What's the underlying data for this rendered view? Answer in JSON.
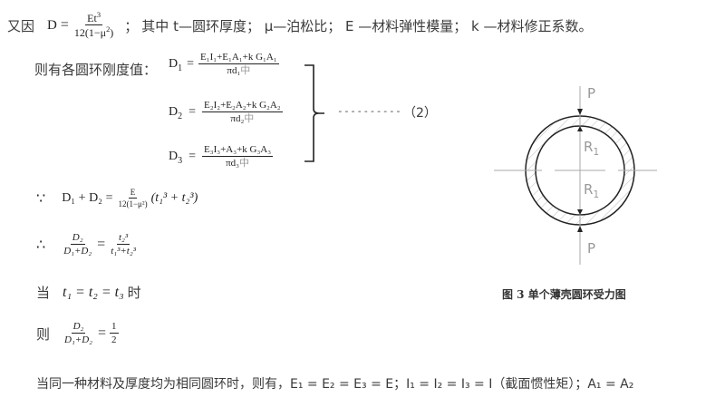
{
  "line1": {
    "prefix": "又因",
    "D_label": "D",
    "eq": "=",
    "num": "Et",
    "num_sup": "3",
    "den": "12(1−μ",
    "den_sup": "2",
    "den_end": ")",
    "semi": "；",
    "text": "其中 t—圆环厚度；  μ—泊松比；  E —材料弹性模量；  k —材料修正系数。"
  },
  "stiffness": {
    "intro": "则有各圆环刚度值：",
    "d1": {
      "label": "D",
      "sub": "1",
      "eq": "=",
      "num": "E₁I₁+E₁A₁+k G₁A₁",
      "den_pre": "πd₁",
      "den_mark": "中"
    },
    "d2": {
      "label": "D",
      "sub": "2",
      "eq": "=",
      "num": "E₂I₂+E₂A₂+k G₂A₂",
      "den_pre": "πd₂",
      "den_mark": "中"
    },
    "d3": {
      "label": "D",
      "sub": "3",
      "eq": "=",
      "num": "E₃I₃+A₃+k G₃A₃",
      "den_pre": "πd₃",
      "den_mark": "中"
    },
    "dashes": "----------",
    "eq_number": "（2）"
  },
  "because": {
    "symbol": "∵",
    "lhs": "D₁ + D₂ =",
    "num": "E",
    "den": "12(1−μ²)",
    "rhs": "(t₁³ + t₂³)"
  },
  "therefore": {
    "symbol": "∴",
    "lnum": "D₂",
    "lden": "D₁+D₂",
    "eq": "=",
    "rnum": "t₂³",
    "rden": "t₁³+t₂³"
  },
  "when": {
    "prefix": "当",
    "expr": "t₁ = t₂ = t₃",
    "suffix": "时"
  },
  "then": {
    "prefix": "则",
    "lnum": "D₂",
    "lden": "D₁+D₂",
    "eq": "=",
    "rnum": "1",
    "rden": "2"
  },
  "last_line": "当同一种材料及厚度均为相同圆环时，则有，E₁ = E₂ = E₃ = E；I₁ = I₂ = I₃ = I（截面惯性矩）；A₁ = A₂",
  "figure": {
    "label_top": "P",
    "label_bottom": "P",
    "r_top": "R",
    "r_top_sub": "1",
    "r_bottom": "R",
    "r_bottom_sub": "1",
    "caption": "图 3   单个薄壳圆环受力图"
  }
}
